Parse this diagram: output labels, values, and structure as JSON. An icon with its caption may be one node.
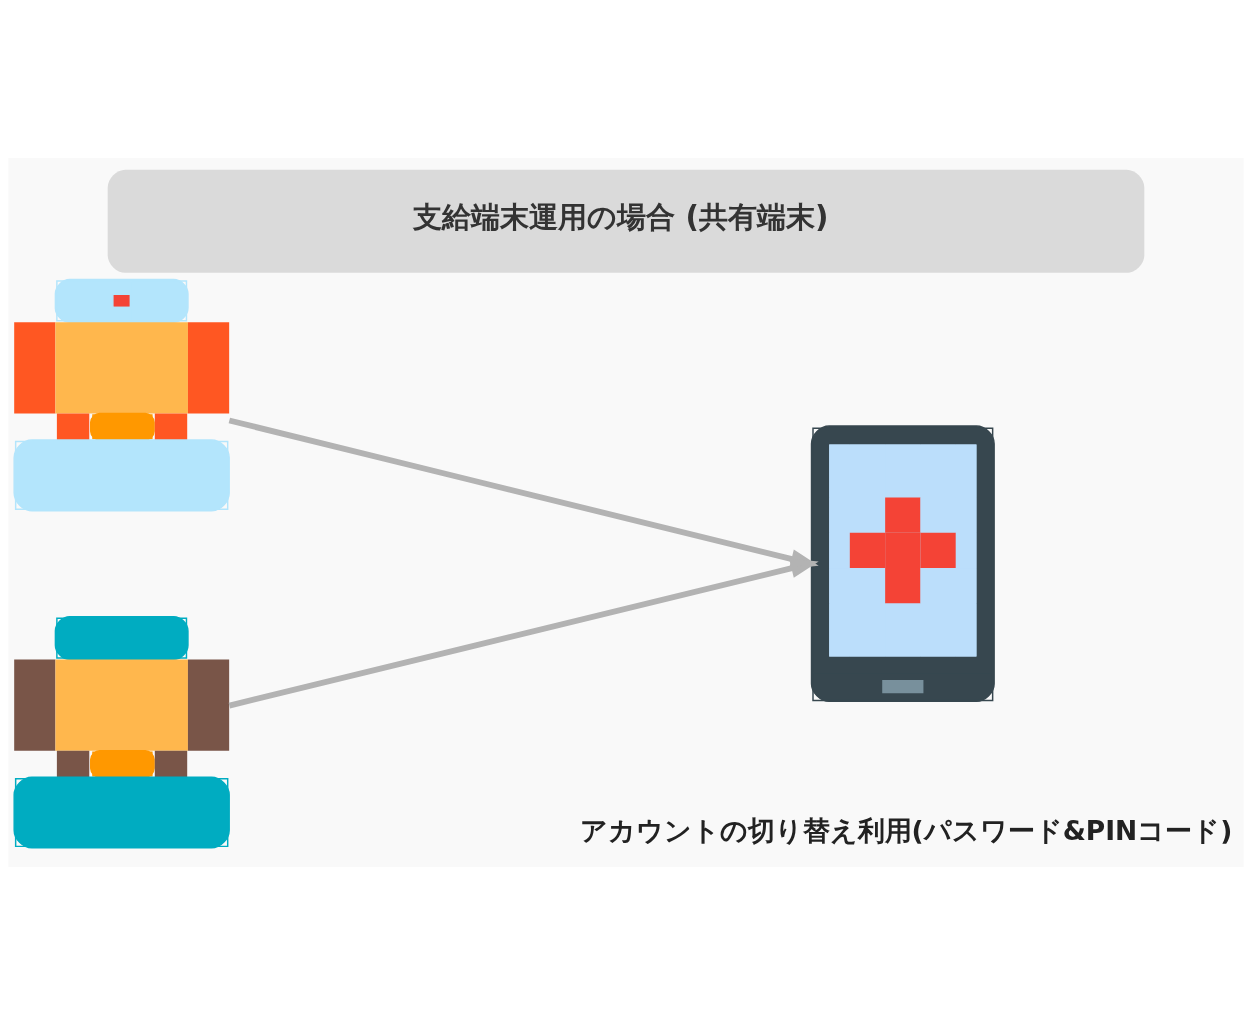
{
  "diagram": {
    "title": "支給端末運用の場合 (共有端末)",
    "nodes": [
      {
        "text": [],
        "shape": "person"
      },
      {
        "text": [],
        "shape": "person"
      },
      {
        "text": [],
        "shape": "picture"
      }
    ],
    "edges": [
      {
        "from": 0,
        "to": 2,
        "arrow": "to"
      },
      {
        "from": 1,
        "to": 2,
        "arrow": "to"
      }
    ],
    "labels": [
      "アカウントの切り替え利用(パスワード&PINコード)"
    ]
  }
}
